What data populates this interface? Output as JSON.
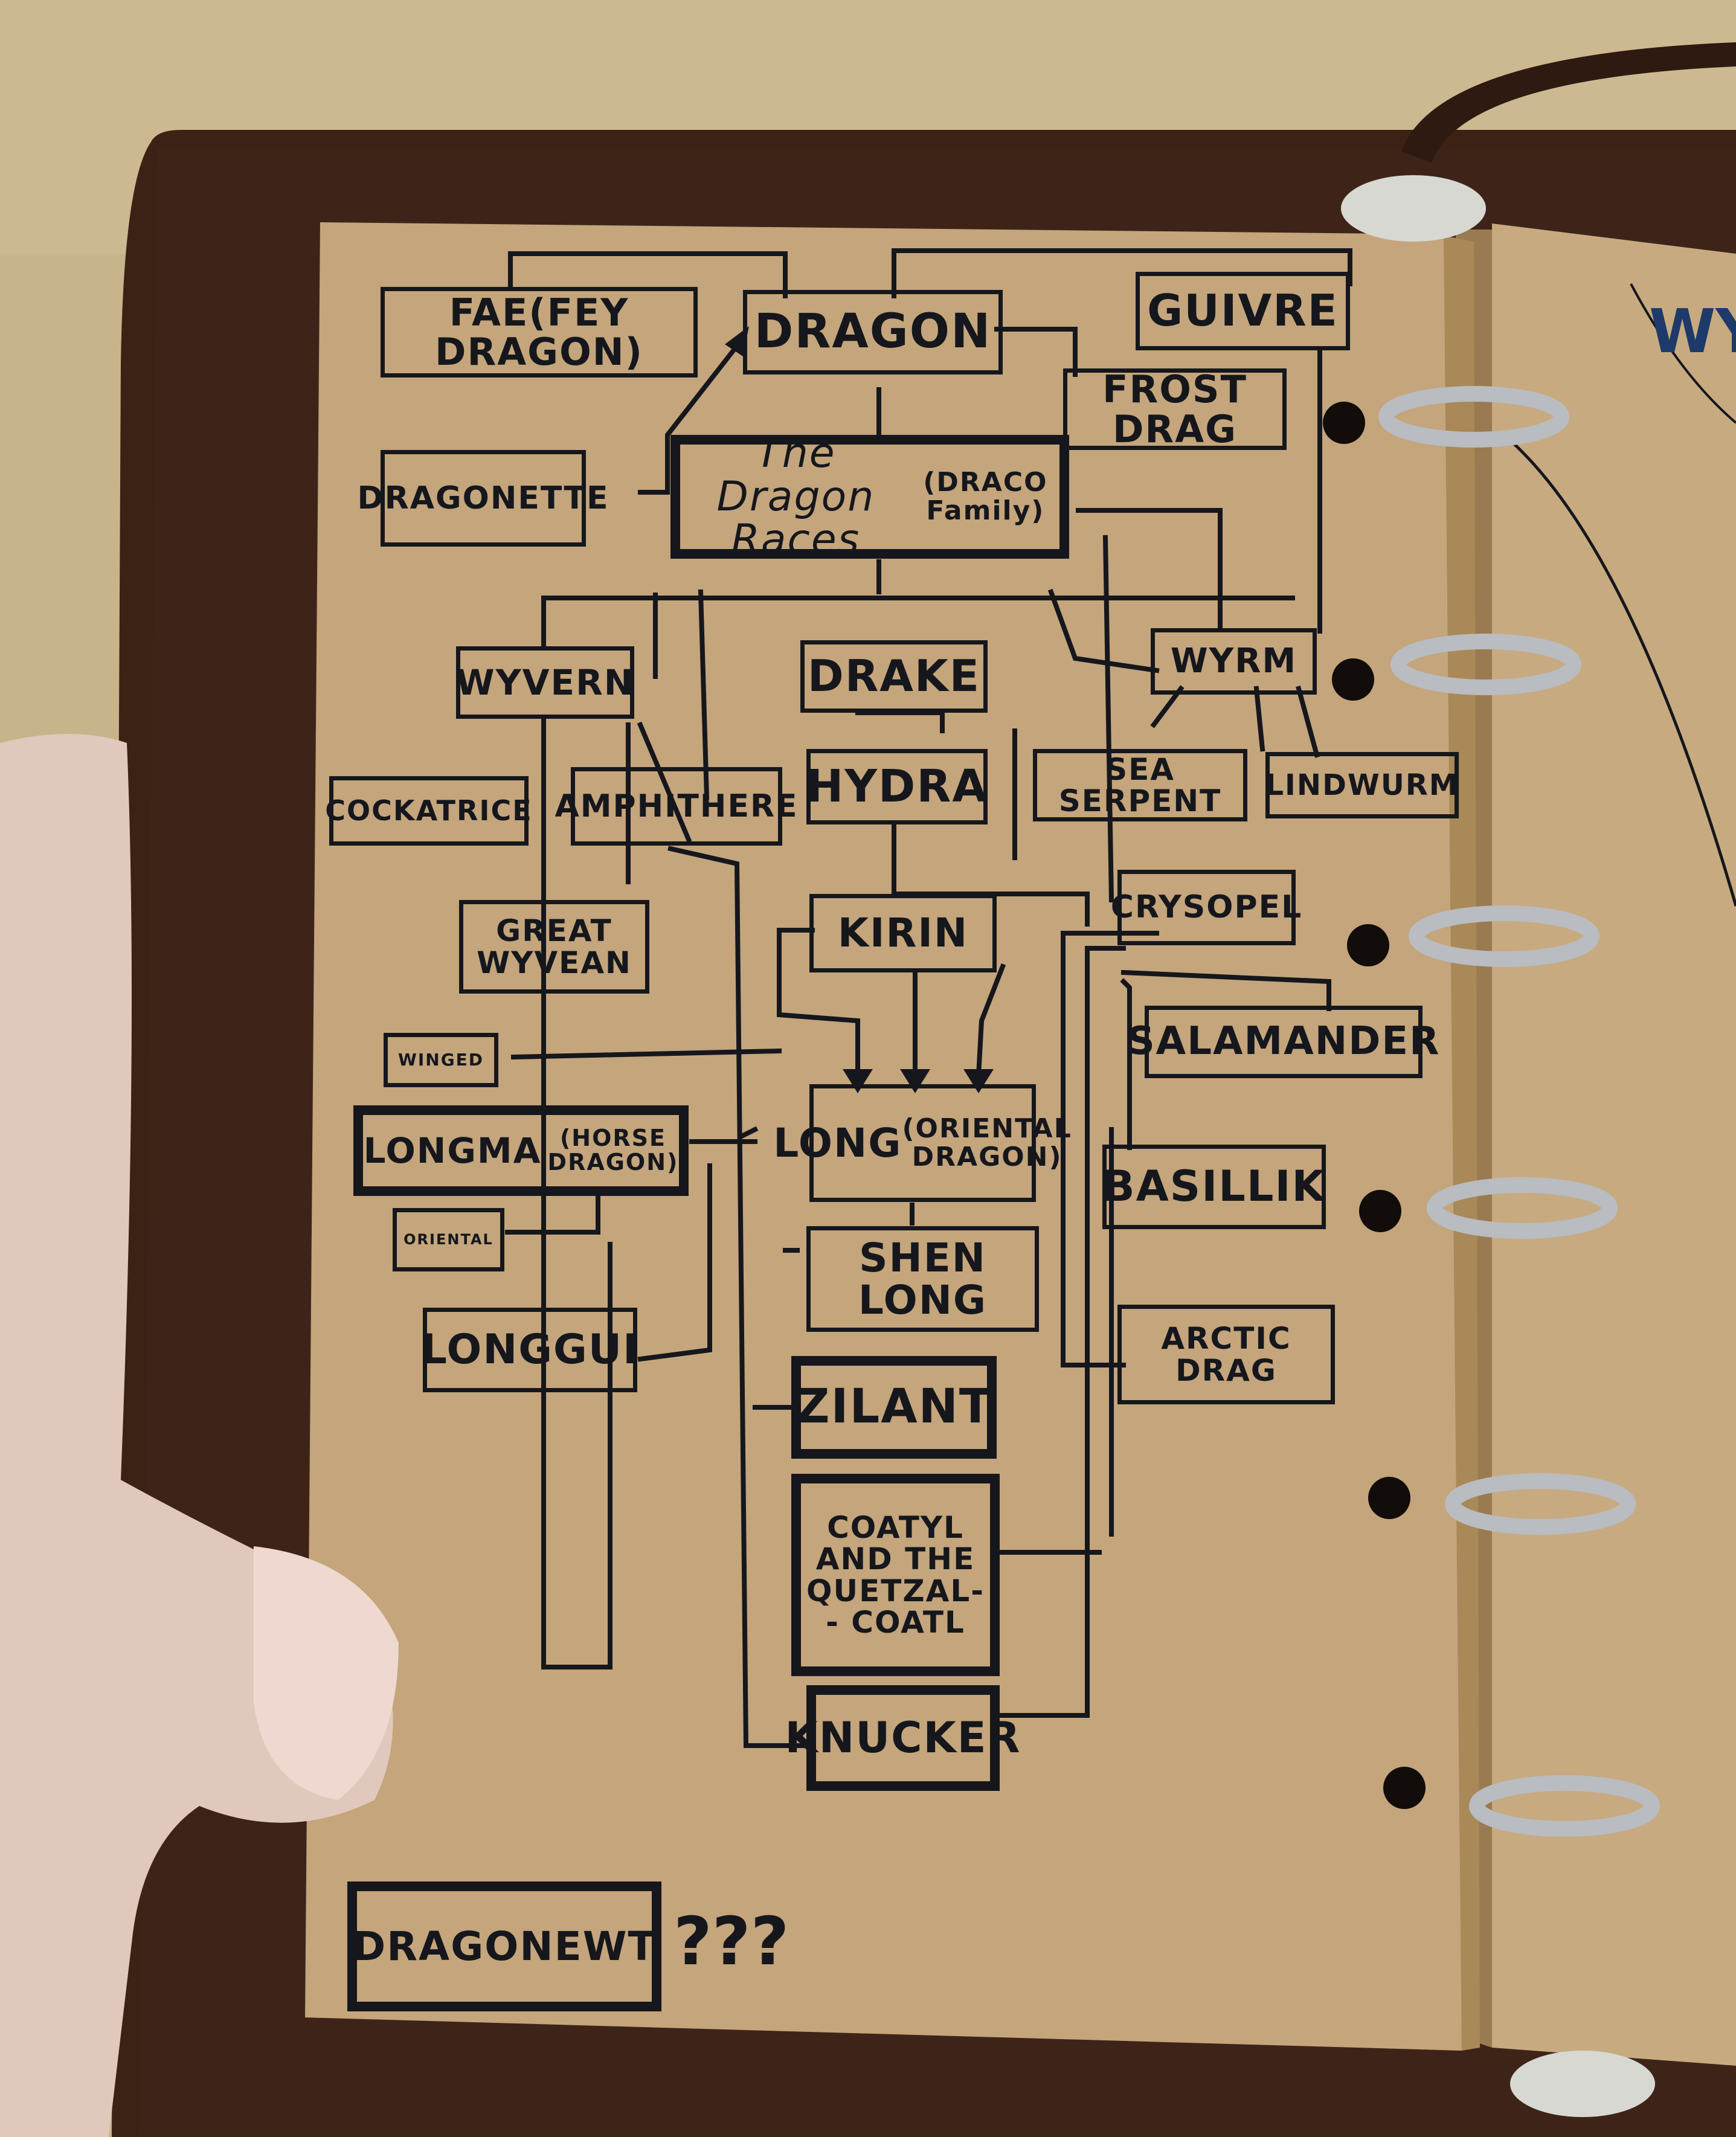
{
  "colors": {
    "ink": "#15171c",
    "paper": "#c4a47c",
    "cover": "#3c2416",
    "bamboo": "#c7b48b",
    "ring": "#b9bcc0",
    "skin": "#e3cbbf"
  },
  "diagram": {
    "title": "The Dragon Races",
    "subtitle": "(DRACO Family)",
    "nodes": {
      "fae": "FAE(FEY DRAGON)",
      "dragon": "DRAGON",
      "guivre": "GUIVRE",
      "frost": "FROST DRAG",
      "dragonette": "DRAGONETTE",
      "wyvern": "WYVERN",
      "drake": "DRAKE",
      "wyrm": "WYRM",
      "cockatrice": "COCKATRICE",
      "amphithere": "AMPHITHERE",
      "hydra": "HYDRA",
      "sea_serpent": "SEA SERPENT",
      "lindwurm": "LINDWURM",
      "great_wyvean": "GREAT\nWYVEAN",
      "kirin": "KIRIN",
      "crysopel": "CRYSOPEL",
      "winged": "WINGED",
      "salamander": "SALAMANDER",
      "longma": "LONGMA",
      "longma_sub": "(HORSE\nDRAGON)",
      "oriental": "ORIENTAL",
      "long": "LONG",
      "long_sub": "(ORIENTAL\nDRAGON)",
      "basillik": "BASILLIK",
      "shen_long": "SHEN LONG",
      "longgui": "LONGGUI",
      "arctic": "ARCTIC DRAG",
      "zilant": "ZILANT",
      "coatyl": "COATYL\nAND THE\nQUETZAL-\n- COATL",
      "knucker": "KNUCKER",
      "dragonewt": "DRAGONEWT"
    },
    "footnote": "???",
    "right_page_fragment": "WY"
  }
}
